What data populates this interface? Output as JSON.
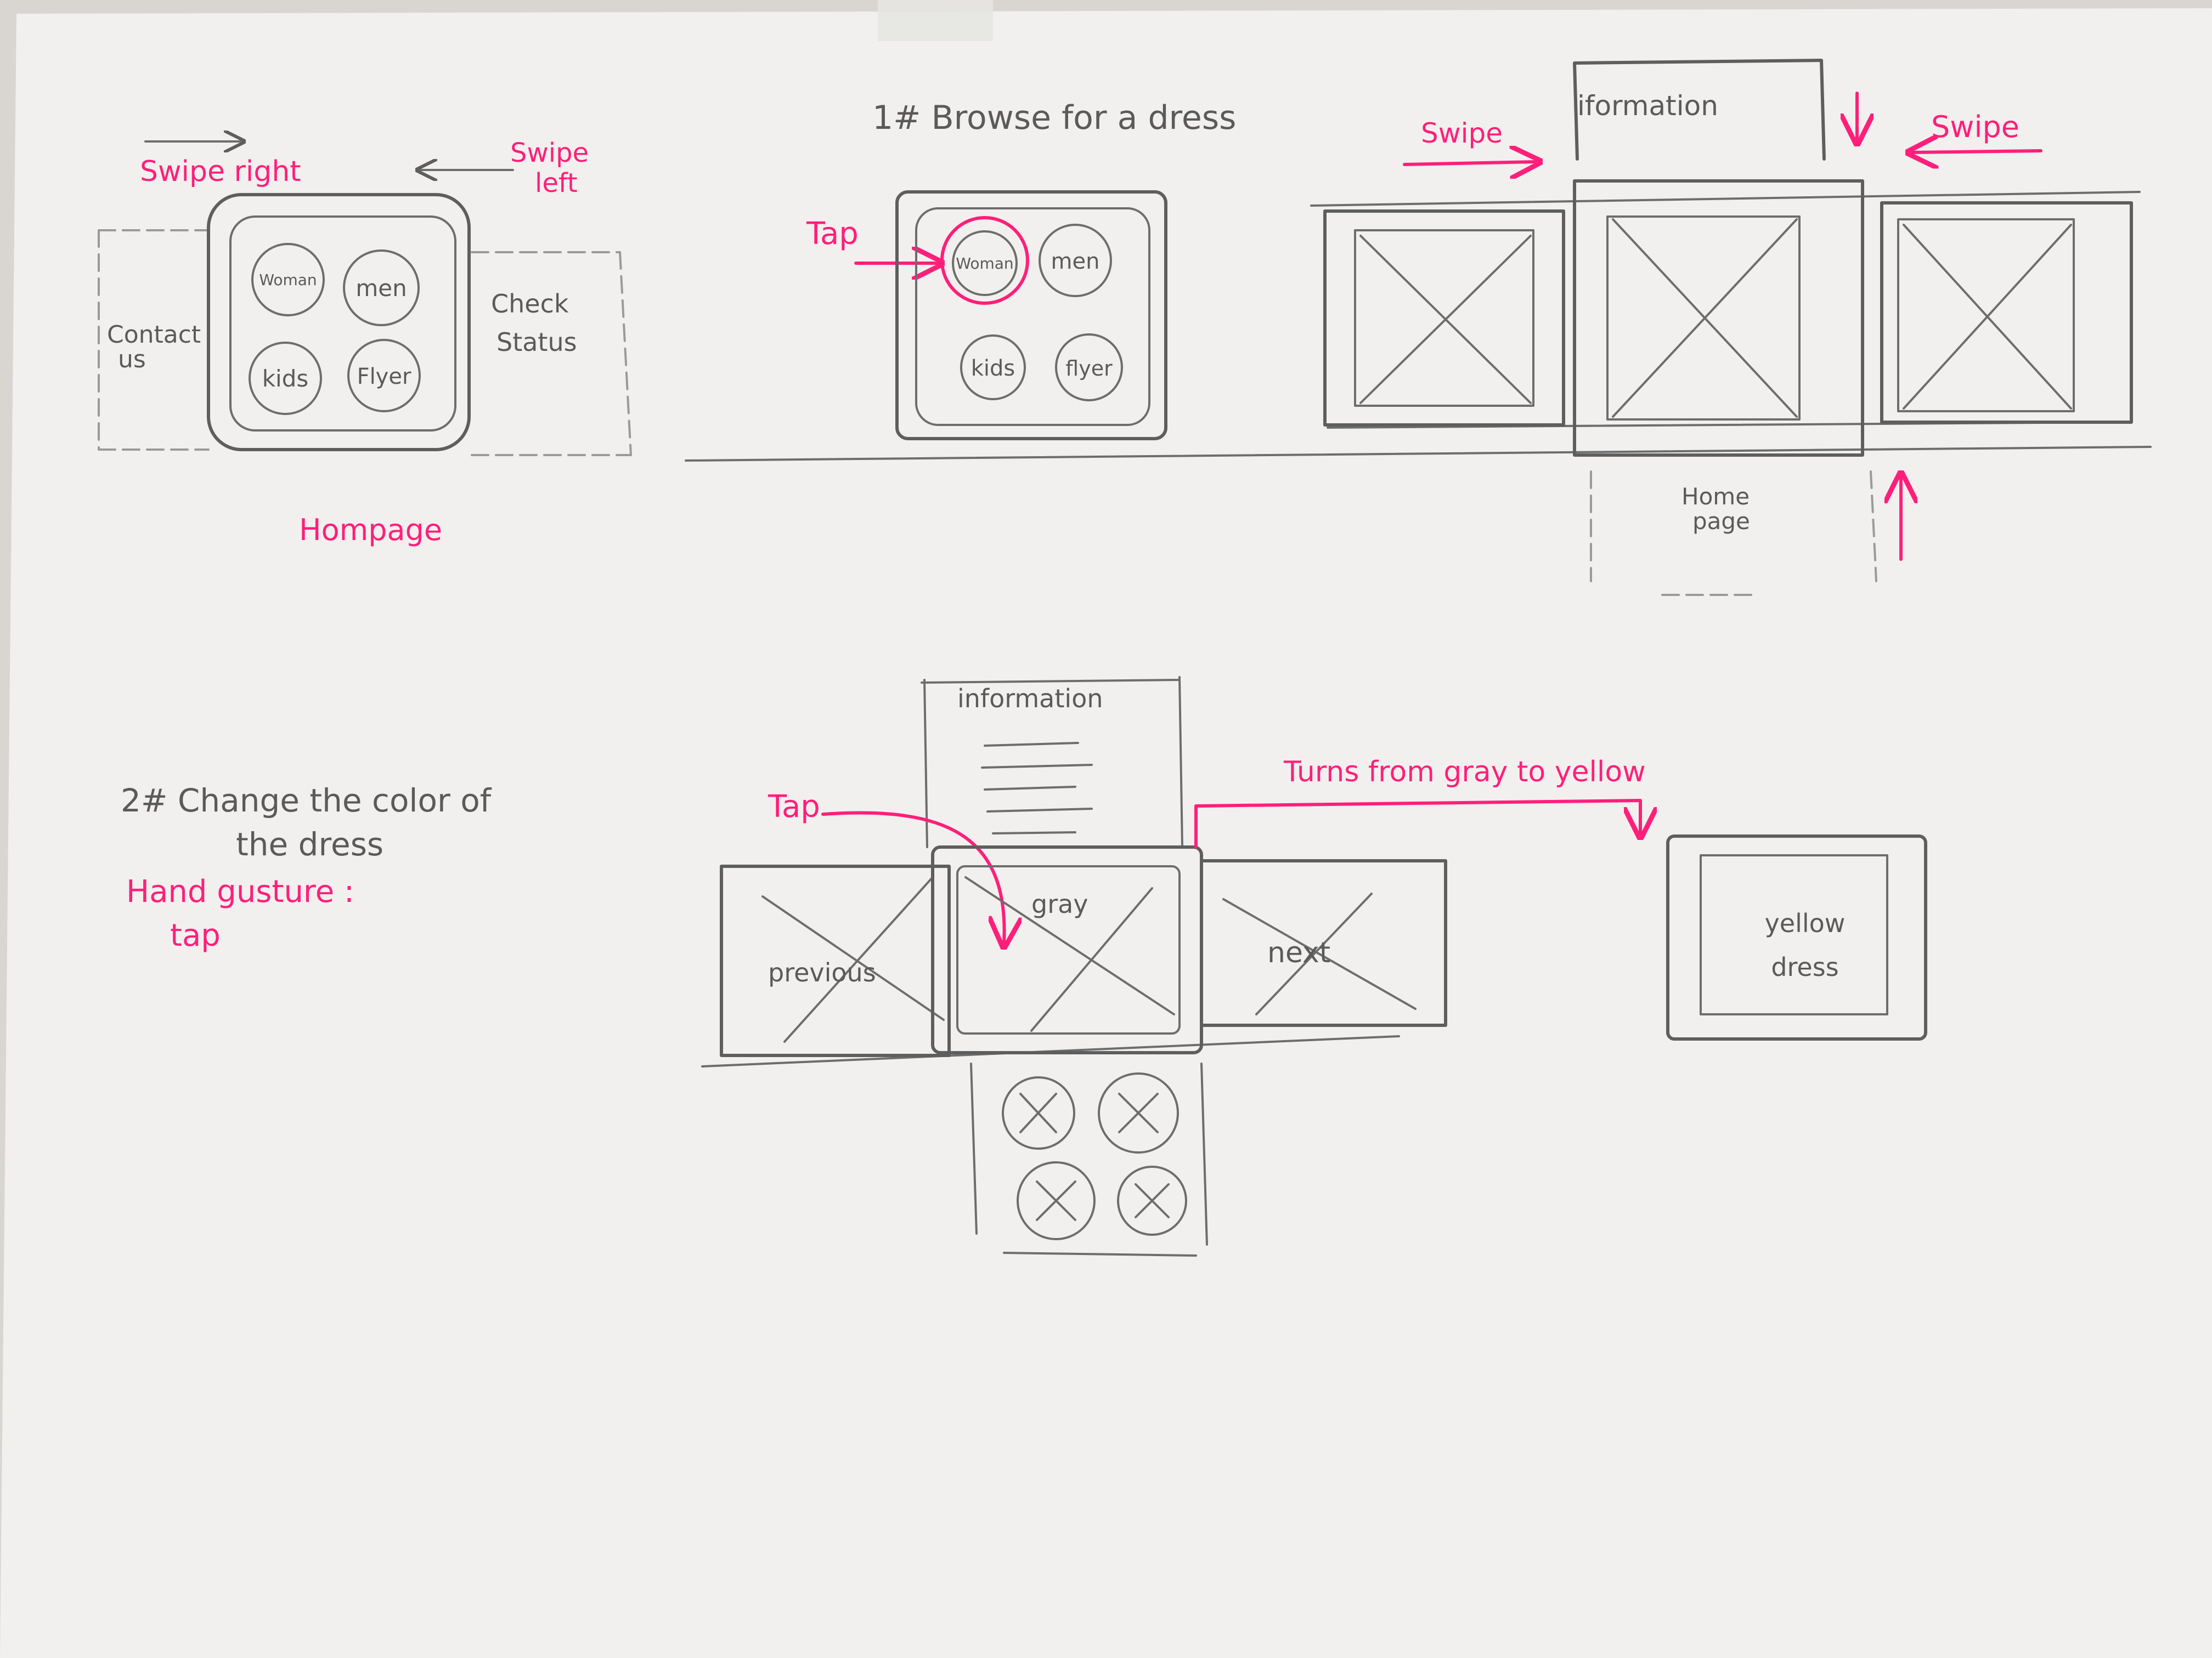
{
  "homepage": {
    "swipe_right": "Swipe right",
    "swipe_left_1": "Swipe",
    "swipe_left_2": "left",
    "contact_1": "Contact",
    "contact_2": "us",
    "check_1": "Check",
    "check_2": "Status",
    "btn_woman": "Woman",
    "btn_men": "men",
    "btn_kids": "kids",
    "btn_flyer": "Flyer",
    "caption": "Hompage"
  },
  "task1": {
    "title": "1# Browse for a dress",
    "tap": "Tap",
    "btn_woman": "Woman",
    "btn_men": "men",
    "btn_kids": "kids",
    "btn_flyer": "flyer",
    "swipe_a": "Swipe",
    "information_tab": "iformation",
    "swipe_b": "Swipe",
    "home_1": "Home",
    "home_2": "page"
  },
  "task2": {
    "title_1": "2# Change the color of",
    "title_2": "the dress",
    "gesture_1": "Hand gusture :",
    "gesture_2": "tap",
    "tap": "Tap",
    "information": "information",
    "prev": "previous",
    "gray": "gray",
    "next": "next",
    "turns": "Turns from gray to yellow",
    "yellow_1": "yellow",
    "yellow_2": "dress"
  },
  "colors": {
    "paper": "#f1f0ee",
    "pencil": "#5e5e5e",
    "ink": "#ff1f7a"
  }
}
